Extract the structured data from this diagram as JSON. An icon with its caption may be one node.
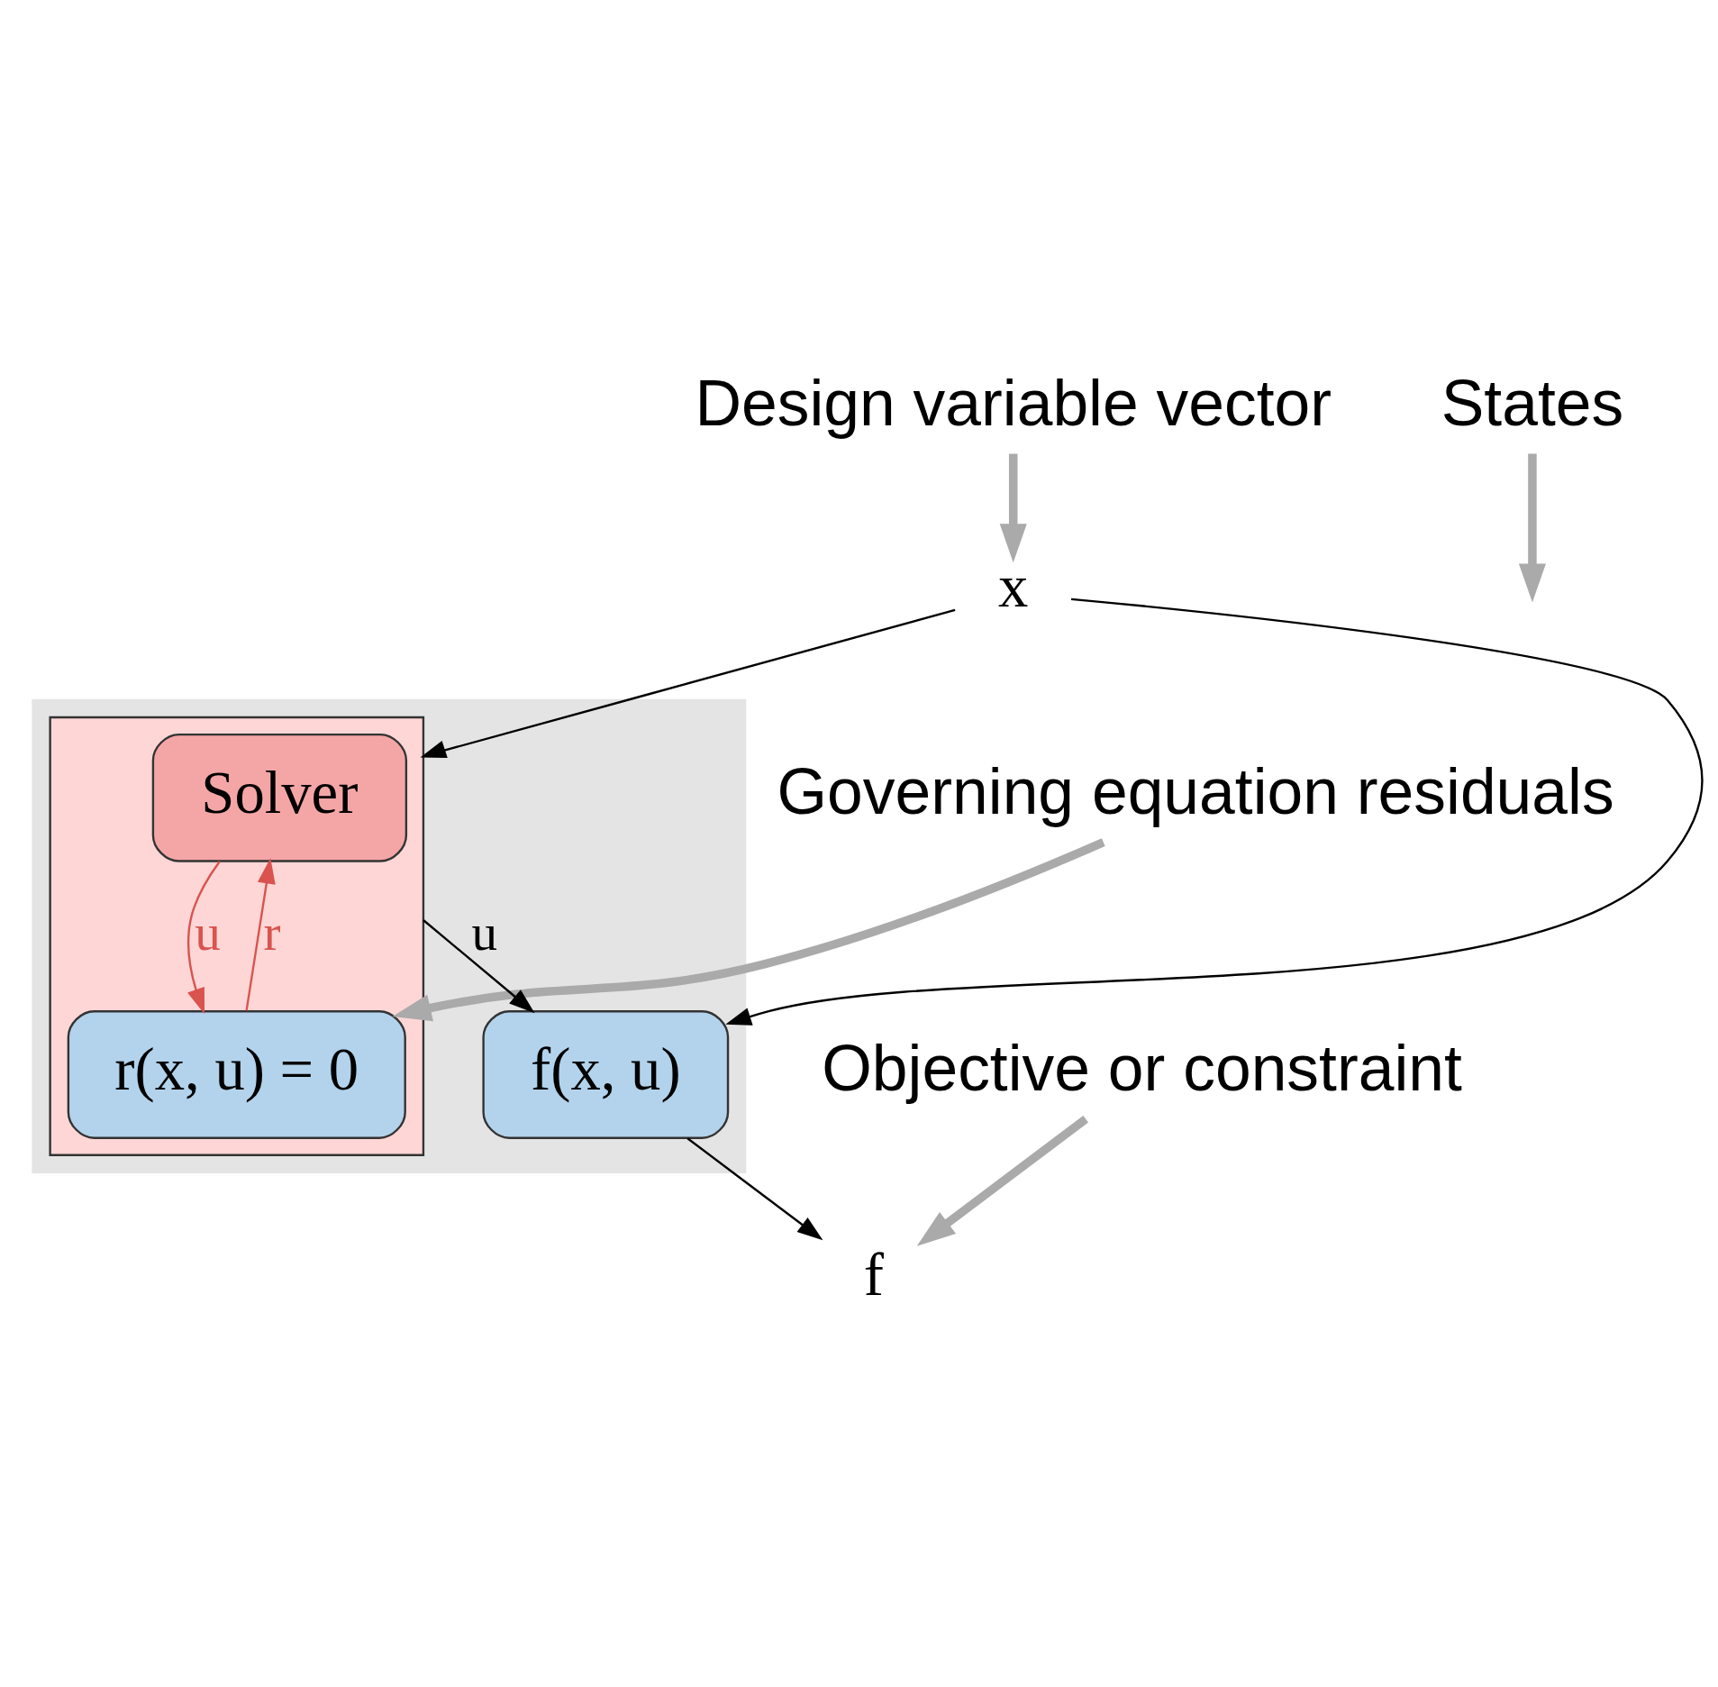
{
  "diagram": {
    "nodes": [
      {
        "text": [
          "Design variable vector"
        ]
      },
      {
        "text": [
          "Governing equation residuals"
        ]
      },
      {
        "text": [
          "States"
        ]
      },
      {
        "text": [],
        "shape": "box"
      },
      {
        "text": [
          "x"
        ]
      },
      {
        "text": [],
        "shape": "box",
        "in": 3
      },
      {
        "text": [
          "Solver"
        ],
        "in": 5
      },
      {
        "text": [
          "r(x, u) = 0"
        ],
        "in": 5
      },
      {
        "text": [
          "f(x, u)"
        ],
        "in": 3
      },
      {
        "text": [
          "f"
        ]
      },
      {
        "text": [
          "Objective or constraint"
        ]
      }
    ],
    "edges": [
      {
        "from": 0,
        "to": 4,
        "arrow": "to",
        "style": "thick",
        "color": "#aaaaaa"
      },
      {
        "from": 1,
        "to": 7,
        "arrow": "to",
        "style": "thick",
        "color": "#aaaaaa"
      },
      {
        "from": 2,
        "to": null,
        "arrow": "to",
        "style": "thick",
        "color": "#aaaaaa"
      },
      {
        "from": 10,
        "to": 9,
        "arrow": "to",
        "style": "thick",
        "color": "#aaaaaa"
      },
      {
        "from": 4,
        "to": 5,
        "arrow": "to",
        "color": "#000000"
      },
      {
        "from": 4,
        "to": 8,
        "arrow": "to",
        "color": "#000000"
      },
      {
        "from": 6,
        "to": 7,
        "arrow": "to",
        "label": "u",
        "color": "#d9534f"
      },
      {
        "from": 7,
        "to": 6,
        "arrow": "to",
        "label": "r",
        "color": "#d9534f"
      },
      {
        "from": 5,
        "to": 8,
        "arrow": "to",
        "label": "u",
        "color": "#000000"
      },
      {
        "from": 8,
        "to": 9,
        "arrow": "to",
        "color": "#000000"
      }
    ]
  }
}
